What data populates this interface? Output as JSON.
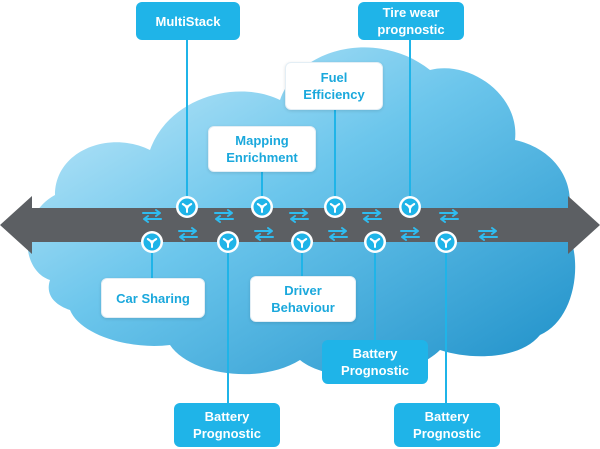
{
  "labels": {
    "multistack": "MultiStack",
    "tire_wear": "Tire wear\nprognostic",
    "fuel_efficiency": "Fuel\nEfficiency",
    "mapping_enrichment": "Mapping\nEnrichment",
    "car_sharing": "Car Sharing",
    "driver_behaviour": "Driver\nBehaviour",
    "battery_mid": "Battery\nPrognostic",
    "battery_left": "Battery\nPrognostic",
    "battery_right": "Battery\nPrognostic"
  },
  "icons": {
    "node": "branch-icon",
    "arrow": "bidirectional-arrow-icon"
  },
  "colors": {
    "accent": "#1fb4e8",
    "bar": "#5c5f63",
    "cloud_light": "#bfe7f7",
    "cloud_dark": "#2b9fd4",
    "node_ring": "#ffffff"
  }
}
